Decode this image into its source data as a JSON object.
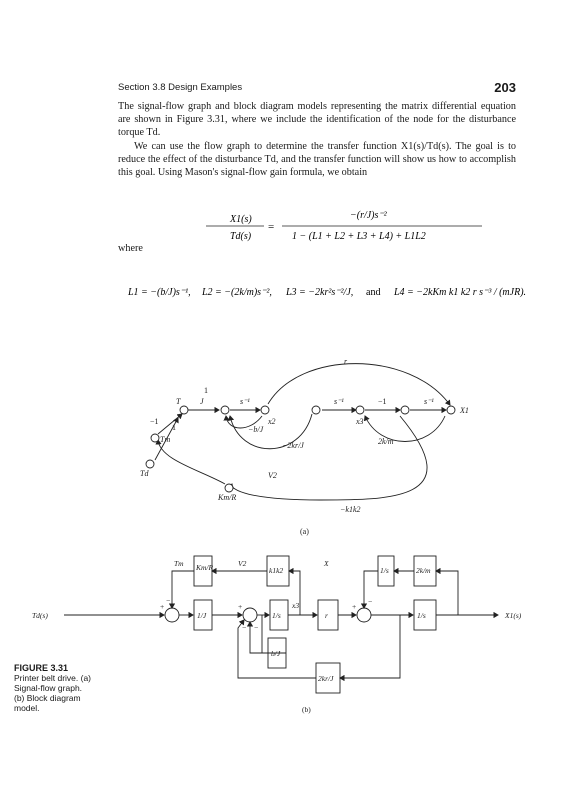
{
  "header": {
    "section": "Section 3.8   Design Examples",
    "page_number": "203"
  },
  "text": {
    "p1": "The signal-flow graph and block diagram models representing the matrix differential equation are shown in Figure 3.31, where we include the identification of the node for the disturbance torque Td.",
    "p2": "We can use the flow graph to determine the transfer function X1(s)/Td(s). The goal is to reduce the effect of the disturbance Td, and the transfer function will show us how to accomplish this goal. Using Mason's signal-flow gain formula, we obtain",
    "where": "where",
    "and": "and"
  },
  "equations": {
    "main_lhs_num": "X1(s)",
    "main_lhs_den": "Td(s)",
    "main_rhs_num": "−(r/J)s⁻²",
    "main_rhs_den": "1 − (L1 + L2 + L3 + L4) + L1L2",
    "L1": "L1 = −(b/J)s⁻¹,",
    "L2": "L2 = −(2k/m)s⁻²,",
    "L3": "L3 = −2kr²s⁻²/J,",
    "L4": "L4 = −2kKm k1 k2 r s⁻³ / (mJR)."
  },
  "graph_a": {
    "labels": {
      "r_top": "r",
      "one_top": "1",
      "T": "T",
      "J_top": "J",
      "s_inv_1": "s⁻¹",
      "s_inv_2": "s⁻¹",
      "s_inv_3": "s⁻¹",
      "one_mid": "−1",
      "X1": "X1",
      "x2": "x2",
      "x3": "x3",
      "minus_one": "−1",
      "one_left": "1",
      "Tm": "Tm",
      "b_over_J": "−b/J",
      "minus_2kr_over_J": "−2kr/J",
      "two_k_over_m": "2k/m",
      "V2": "V2",
      "Km_over_R": "Km/R",
      "Td": "Td",
      "k1k2": "−k1k2"
    },
    "caption": "(a)"
  },
  "block_b": {
    "labels": {
      "Tm": "Tm",
      "Km_over_R": "Km/R",
      "V2": "V2",
      "k1k2": "k1k2",
      "X": "X",
      "one_over_s_right": "1/s",
      "two_k_over_m": "2k/m",
      "Td_in": "Td(s)",
      "one_over_J": "1/J",
      "one_over_s_mid": "1/s",
      "x3": "x3",
      "r": "r",
      "one_over_s_out": "1/s",
      "X1_out": "X1(s)",
      "b_over_J": "b/J",
      "two_kr_over_J": "2kr/J",
      "plus1": "+",
      "minus1": "−",
      "plus2": "+",
      "minus2": "−",
      "minus3": "−",
      "plus3": "+",
      "minus4": "−"
    },
    "caption": "(b)"
  },
  "figure_caption": {
    "title": "FIGURE 3.31",
    "body": "Printer belt drive. (a) Signal-flow graph. (b) Block diagram model."
  }
}
